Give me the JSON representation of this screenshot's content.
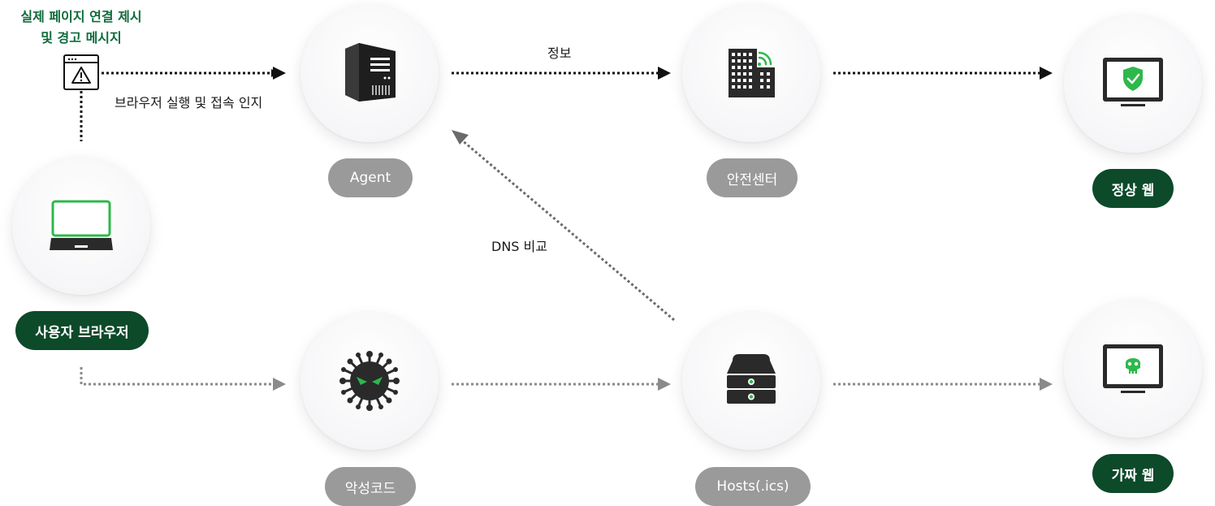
{
  "warning": {
    "line1": "실제 페이지 연결 제시",
    "line2": "및 경고 메시지"
  },
  "labels": {
    "browser_run": "브라우저 실행 및 접속 인지",
    "info": "정보",
    "dns_compare": "DNS 비교"
  },
  "nodes": {
    "user_browser": "사용자 브라우저",
    "agent": "Agent",
    "safety_center": "안전센터",
    "normal_web": "정상 웹",
    "malware": "악성코드",
    "hosts": "Hosts(.ics)",
    "fake_web": "가짜 웹"
  },
  "colors": {
    "brand_green": "#0c4a2a",
    "accent_green": "#2db84b",
    "pill_gray": "#9a9a9a",
    "icon_dark": "#2a2a2a",
    "arrow_dark": "#111111",
    "arrow_gray": "#8a8a8a"
  }
}
